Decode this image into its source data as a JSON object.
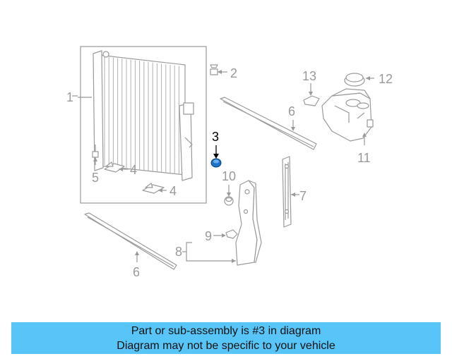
{
  "diagram": {
    "callouts": [
      {
        "id": "c1",
        "label": "1"
      },
      {
        "id": "c2",
        "label": "2"
      },
      {
        "id": "c3",
        "label": "3"
      },
      {
        "id": "c4a",
        "label": "4"
      },
      {
        "id": "c4b",
        "label": "4"
      },
      {
        "id": "c5",
        "label": "5"
      },
      {
        "id": "c6a",
        "label": "6"
      },
      {
        "id": "c6b",
        "label": "6"
      },
      {
        "id": "c7",
        "label": "7"
      },
      {
        "id": "c8",
        "label": "8"
      },
      {
        "id": "c9",
        "label": "9"
      },
      {
        "id": "c10",
        "label": "10"
      },
      {
        "id": "c11",
        "label": "11"
      },
      {
        "id": "c12",
        "label": "12"
      },
      {
        "id": "c13",
        "label": "13"
      }
    ],
    "highlight_part": "3",
    "colors": {
      "line": "#9a9a9a",
      "highlight": "#1e73c8",
      "banner": "#57c5f7"
    }
  },
  "banner": {
    "line1": "Part or sub-assembly is #3 in diagram",
    "line2": "Diagram may not be specific to your vehicle"
  }
}
